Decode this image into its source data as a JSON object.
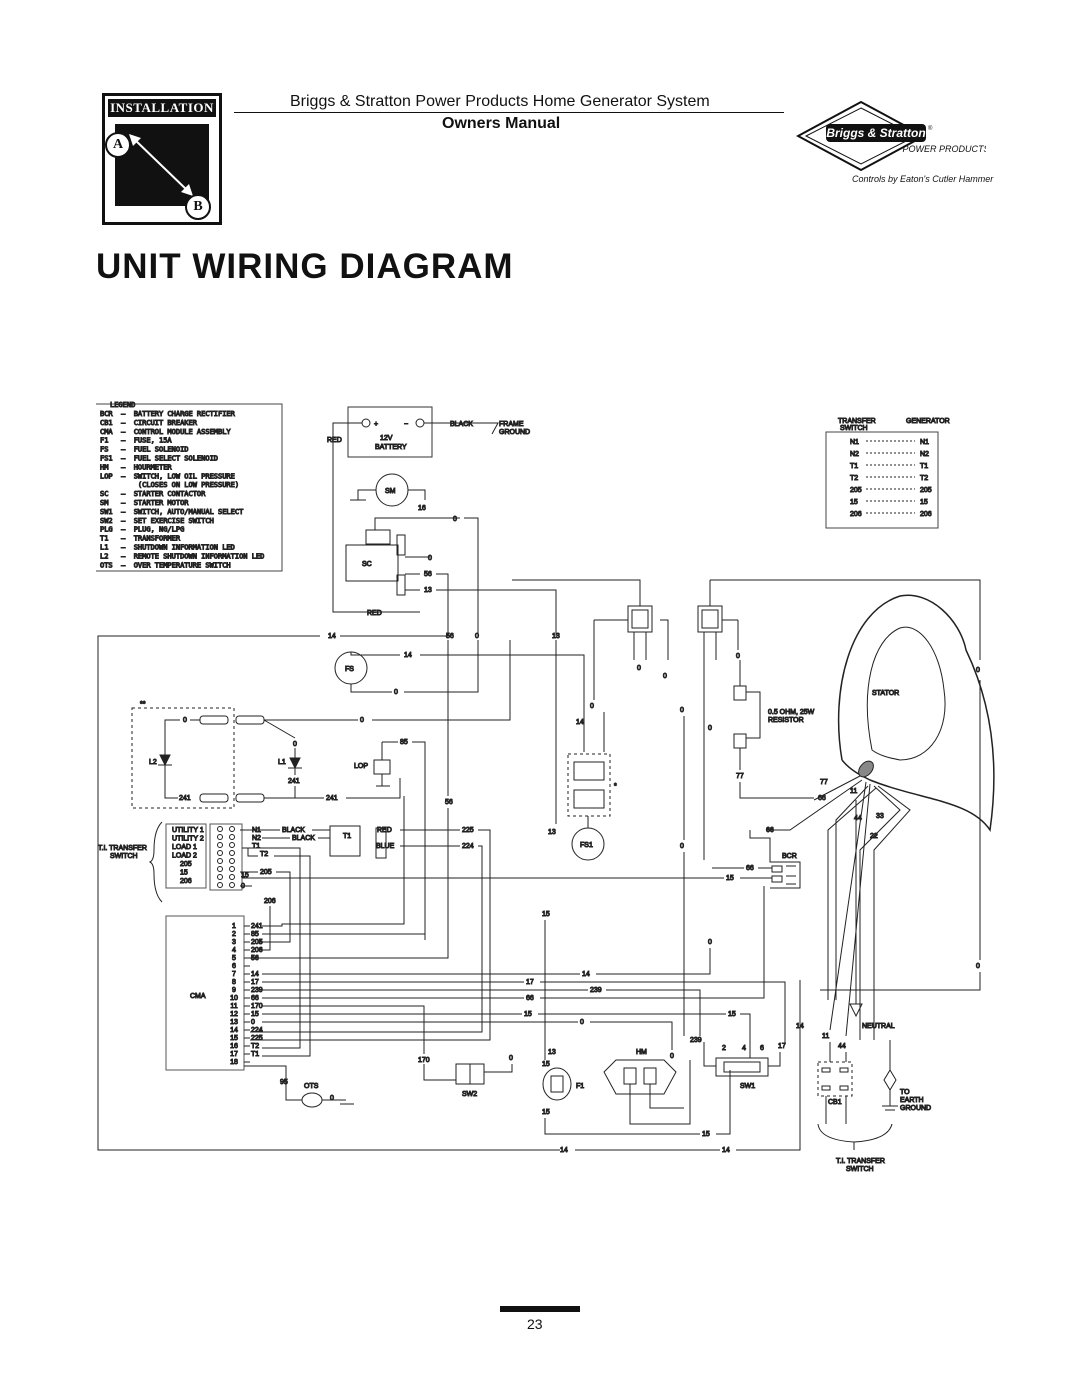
{
  "header": {
    "badge_title": "INSTALLATION",
    "badge_a": "A",
    "badge_b": "B",
    "system": "Briggs & Stratton Power Products Home Generator System",
    "manual": "Owners Manual",
    "logo_brand": "Briggs & Stratton",
    "logo_sub": "POWER PRODUCTS",
    "logo_mark": "®",
    "controls": "Controls by Eaton's Cutler Hammer"
  },
  "title": "UNIT WIRING DIAGRAM",
  "page_number": "23",
  "legend": {
    "heading": "LEGEND",
    "items": [
      "BCR  —  BATTERY CHARGE RECTIFIER",
      "CB1  —  CIRCUIT BREAKER",
      "CMA  —  CONTROL MODULE ASSEMBLY",
      "F1   —  FUSE, 15A",
      "FS   —  FUEL SOLENOID",
      "FS1  —  FUEL SELECT SOLENOID",
      "HM   —  HOURMETER",
      "LOP  —  SWITCH, LOW OIL PRESSURE",
      "         (CLOSES ON LOW PRESSURE)",
      "SC   —  STARTER CONTACTOR",
      "SM   —  STARTER MOTOR",
      "SW1  —  SWITCH, AUTO/MANUAL SELECT",
      "SW2  —  SET EXERCISE SWITCH",
      "PLG  —  PLUG, NG/LPG",
      "T1   —  TRANSFORMER",
      "L1   —  SHUTDOWN INFORMATION LED",
      "L2   —  REMOTE SHUTDOWN INFORMATION LED",
      "OTS  —  OVER TEMPERATURE SWITCH"
    ]
  },
  "battery": {
    "plus": "+",
    "minus": "−",
    "voltage": "12V",
    "label": "BATTERY",
    "red": "RED",
    "black": "BLACK",
    "frame_ground": "FRAME",
    "frame_ground2": "GROUND"
  },
  "components": {
    "sm": "SM",
    "sc": "SC",
    "fs": "FS",
    "fs1": "FS1",
    "lop": "LOP",
    "l1": "L1",
    "l2": "L2",
    "t1": "T1",
    "cma": "CMA",
    "hm": "HM",
    "f1": "F1",
    "sw1": "SW1",
    "sw2": "SW2",
    "ots": "OTS",
    "bcr": "BCR",
    "cb1": "CB1",
    "stator": "STATOR",
    "neutral": "NEUTRAL",
    "resistor": "0.5  OHM,  25W",
    "resistor2": "RESISTOR",
    "earth1": "TO",
    "earth2": "EARTH",
    "earth3": "GROUND",
    "star2": "**",
    "star1": "*",
    "red2": "RED"
  },
  "transfer_table": {
    "left_header": "TRANSFER",
    "left_header2": "SWITCH",
    "right_header": "GENERATOR",
    "rows": [
      "N1",
      "N2",
      "T1",
      "T2",
      "205",
      "15",
      "206"
    ]
  },
  "ts_block": {
    "label1": "T.I. TRANSFER",
    "label2": "SWITCH",
    "rows": [
      "UTILITY 1",
      "UTILITY 2",
      "LOAD 1",
      "LOAD 2",
      "205",
      "15",
      "206"
    ],
    "wire_labels": [
      "N1",
      "N2",
      "T1",
      "T2"
    ],
    "black1": "BLACK",
    "black2": "BLACK",
    "red": "RED",
    "blue": "BLUE"
  },
  "cma_pins": [
    {
      "pin": "1",
      "wire": "241"
    },
    {
      "pin": "2",
      "wire": "85"
    },
    {
      "pin": "3",
      "wire": "205"
    },
    {
      "pin": "4",
      "wire": "206"
    },
    {
      "pin": "5",
      "wire": "56"
    },
    {
      "pin": "6",
      "wire": ""
    },
    {
      "pin": "7",
      "wire": "14"
    },
    {
      "pin": "8",
      "wire": "17"
    },
    {
      "pin": "9",
      "wire": "239"
    },
    {
      "pin": "10",
      "wire": "66"
    },
    {
      "pin": "11",
      "wire": "170"
    },
    {
      "pin": "12",
      "wire": "15"
    },
    {
      "pin": "13",
      "wire": "0"
    },
    {
      "pin": "14",
      "wire": "224"
    },
    {
      "pin": "15",
      "wire": "225"
    },
    {
      "pin": "16",
      "wire": "T2"
    },
    {
      "pin": "17",
      "wire": "T1"
    },
    {
      "pin": "18",
      "wire": ""
    }
  ],
  "bottom_label1": "T.I. TRANSFER",
  "bottom_label2": "SWITCH",
  "wire_numbers": {
    "w16": "16",
    "w56": "56",
    "w13": "13",
    "w14": "14",
    "w0": "0",
    "w85": "85",
    "w241": "241",
    "w225": "225",
    "w224": "224",
    "w205": "205",
    "w206": "206",
    "w15": "15",
    "w17": "17",
    "w239": "239",
    "w66": "66",
    "w170": "170",
    "w77": "77",
    "w11": "11",
    "w44": "44",
    "w33": "33",
    "w22": "22",
    "w95": "95",
    "sw1_2": "2",
    "sw1_4": "4",
    "sw1_6": "6"
  }
}
